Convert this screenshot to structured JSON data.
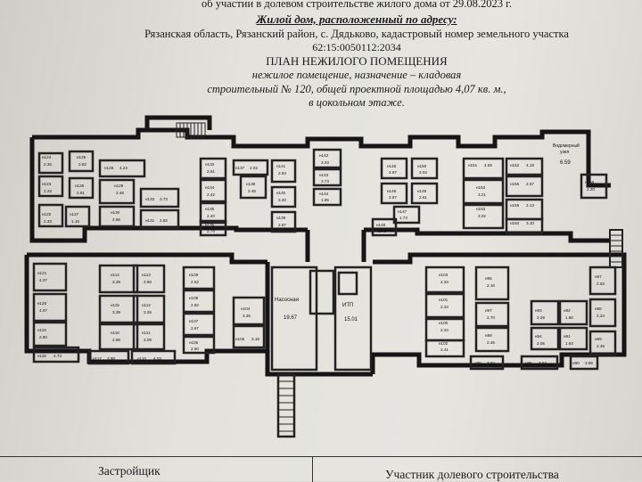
{
  "header": {
    "line1": "об участии в долевом строительстве жилого дома от 29.08.2023 г.",
    "address_title": "Жилой дом, расположенный по адресу:",
    "address": "Рязанская область, Рязанский район, с. Дядьково, кадастровый номер земельного участка",
    "cadastral": "62:15:0050112:2034",
    "plan_title": "ПЛАН НЕЖИЛОГО ПОМЕЩЕНИЯ",
    "desc1": "нежилое помещение, назначение – кладовая",
    "desc2": "строительный № 120, общей проектной площадью 4,07 кв. м.,",
    "desc3": "в цокольном этаже."
  },
  "plan": {
    "labels": {
      "nasosnaya": "Насосная",
      "nasosnaya_area": "19.67",
      "itp": "ИТП",
      "itp_area": "15.01",
      "vodomer1": "Водомерный",
      "vodomer2": "узел",
      "vodomer_area": "6.59"
    },
    "rooms": [
      {
        "n": "н124",
        "a": "2.36"
      },
      {
        "n": "н125",
        "a": "2.82"
      },
      {
        "n": "н128",
        "a": "4.24"
      },
      {
        "n": "н123",
        "a": "2.23"
      },
      {
        "n": "н126",
        "a": "2.81"
      },
      {
        "n": "н129",
        "a": "2.48"
      },
      {
        "n": "н122",
        "a": "2.33"
      },
      {
        "n": "н127",
        "a": "1.16"
      },
      {
        "n": "н130",
        "a": "2.56"
      },
      {
        "n": "н133",
        "a": "3.73"
      },
      {
        "n": "н131",
        "a": "2.82"
      },
      {
        "n": "н133",
        "a": "2.51"
      },
      {
        "n": "н134",
        "a": "2.42"
      },
      {
        "n": "н135",
        "a": "2.40"
      },
      {
        "n": "н136",
        "a": "2.74"
      },
      {
        "n": "н137",
        "a": "2.02"
      },
      {
        "n": "н138",
        "a": "2.45"
      },
      {
        "n": "н141",
        "a": "2.94"
      },
      {
        "n": "н140",
        "a": "3.40"
      },
      {
        "n": "н139",
        "a": "2.87"
      },
      {
        "n": "н142",
        "a": "3.33"
      },
      {
        "n": "н143",
        "a": "3.73"
      },
      {
        "n": "н144",
        "a": "1.85"
      },
      {
        "n": "н145",
        "a": "2.87"
      },
      {
        "n": "н150",
        "a": "3.03"
      },
      {
        "n": "н146",
        "a": "2.67"
      },
      {
        "n": "н149",
        "a": "2.61"
      },
      {
        "n": "н147",
        "a": "1.73"
      },
      {
        "n": "н148",
        "a": "1.72"
      },
      {
        "n": "н151",
        "a": "4.56"
      },
      {
        "n": "н152",
        "a": "4.18"
      },
      {
        "n": "н153",
        "a": "3.21"
      },
      {
        "n": "н156",
        "a": "2.57"
      },
      {
        "n": "н155",
        "a": "2.13"
      },
      {
        "n": "н154",
        "a": "3.10"
      },
      {
        "n": "н153",
        "a": "3.02"
      },
      {
        "n": "н158",
        "a": "2.20"
      },
      {
        "n": "н121",
        "a": "4.37"
      },
      {
        "n": "н120",
        "a": "4.07"
      },
      {
        "n": "н119",
        "a": "2.80"
      },
      {
        "n": "н118",
        "a": "4.73"
      },
      {
        "n": "н114",
        "a": "3.39"
      },
      {
        "n": "н113",
        "a": "3.86"
      },
      {
        "n": "н115",
        "a": "3.39"
      },
      {
        "n": "н112",
        "a": "3.25"
      },
      {
        "n": "н116",
        "a": "2.98"
      },
      {
        "n": "н111",
        "a": "3.09"
      },
      {
        "n": "н117",
        "a": "3.88"
      },
      {
        "n": "н110",
        "a": "4.03"
      },
      {
        "n": "н109",
        "a": "2.52"
      },
      {
        "n": "н108",
        "a": "2.82"
      },
      {
        "n": "н107",
        "a": "2.67"
      },
      {
        "n": "н106",
        "a": "2.60"
      },
      {
        "n": "н104",
        "a": "3.35"
      },
      {
        "n": "н105",
        "a": "3.18"
      },
      {
        "n": "н103",
        "a": "2.34"
      },
      {
        "n": "н101",
        "a": "2.34"
      },
      {
        "n": "н100",
        "a": "2.34"
      },
      {
        "n": "н102",
        "a": "2.41"
      },
      {
        "n": "н99",
        "a": "3.82"
      },
      {
        "n": "н95",
        "a": "2.16"
      },
      {
        "n": "н97",
        "a": "2.70"
      },
      {
        "n": "н98",
        "a": "2.45"
      },
      {
        "n": "н95",
        "a": "3.64"
      },
      {
        "n": "н93",
        "a": "2.29"
      },
      {
        "n": "н94",
        "a": "2.06"
      },
      {
        "n": "н92",
        "a": "1.80"
      },
      {
        "n": "н91",
        "a": "1.63"
      },
      {
        "n": "н90",
        "a": "2.96"
      },
      {
        "n": "н67",
        "a": "2.63"
      },
      {
        "n": "н88",
        "a": "2.34"
      },
      {
        "n": "н89",
        "a": "2.45"
      }
    ]
  },
  "footer": {
    "left": "Застройщик",
    "right": "Участник долевого строительства"
  }
}
